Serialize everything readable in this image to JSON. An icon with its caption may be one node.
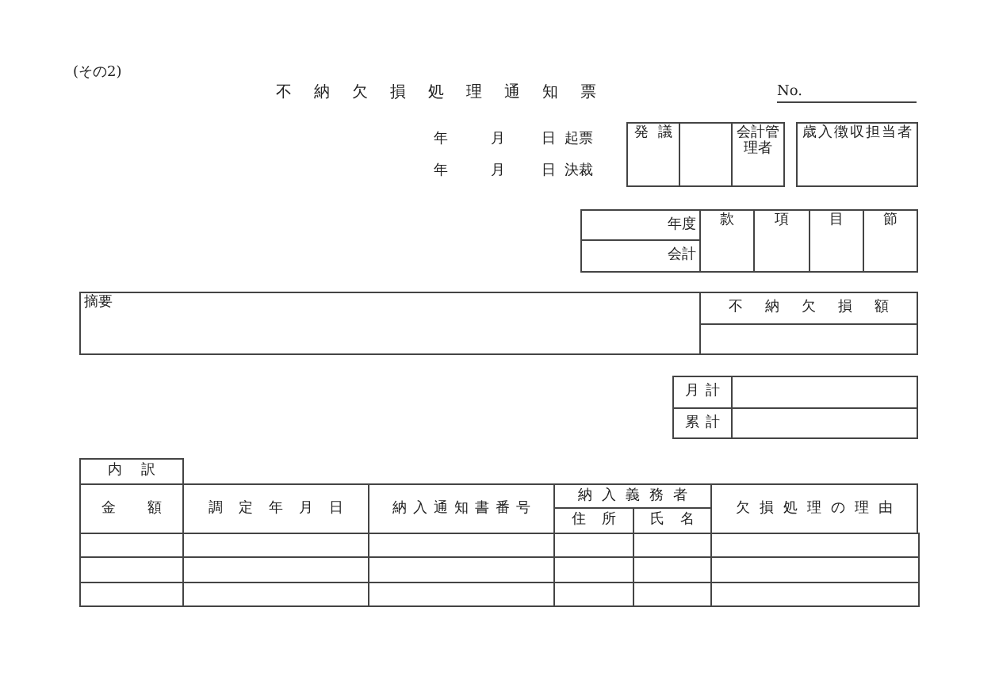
{
  "diagram": {
    "title": "不納欠損処理通知票",
    "labels": [
      "(その2)",
      "No.",
      "年",
      "月",
      "日",
      "起票",
      "発議",
      "会計管理者",
      "歳入徴収担当者",
      "年",
      "月",
      "日",
      "決裁",
      "年度",
      "款",
      "項",
      "目",
      "節",
      "会計",
      "摘要",
      "不納欠損額",
      "月計",
      "累計",
      "内訳",
      "金額",
      "調定年月日",
      "納入通知書番号",
      "納入義務者",
      "欠損処理の理由",
      "住所",
      "氏名"
    ]
  }
}
